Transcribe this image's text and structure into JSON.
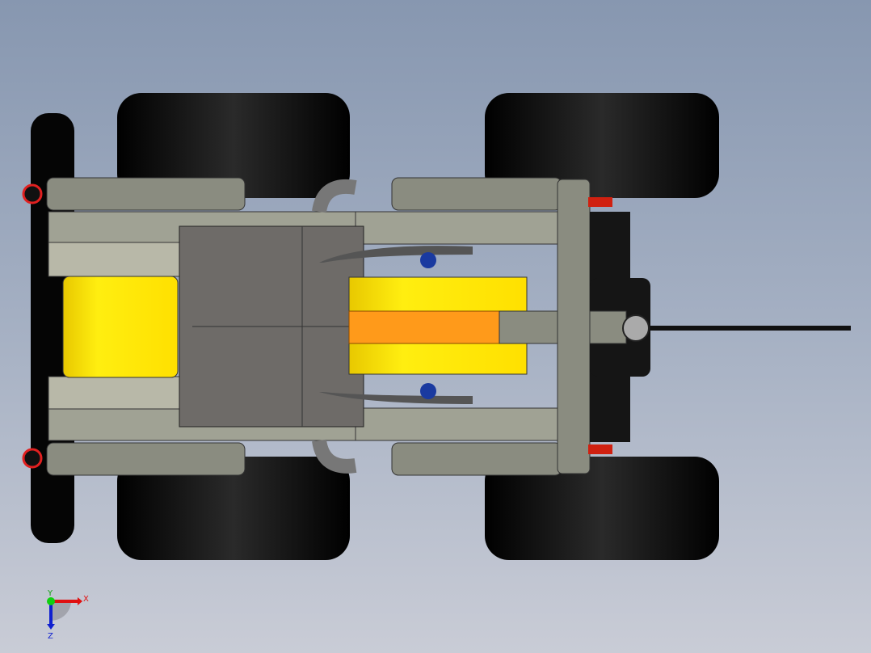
{
  "viewport": {
    "background_top": "#8797b0",
    "background_bottom": "#c9ccd6"
  },
  "model": {
    "colors": {
      "tire": "#0a0a0a",
      "frame": "#8a8c80",
      "body": "#6e6b68",
      "yellow": "#ffe600",
      "orange": "#ff9a1a",
      "red": "#e02020"
    }
  },
  "triad": {
    "x_label": "X",
    "y_label": "Y",
    "z_label": "Z",
    "x_color": "#e01010",
    "y_color": "#10d010",
    "z_color": "#1020d0"
  }
}
